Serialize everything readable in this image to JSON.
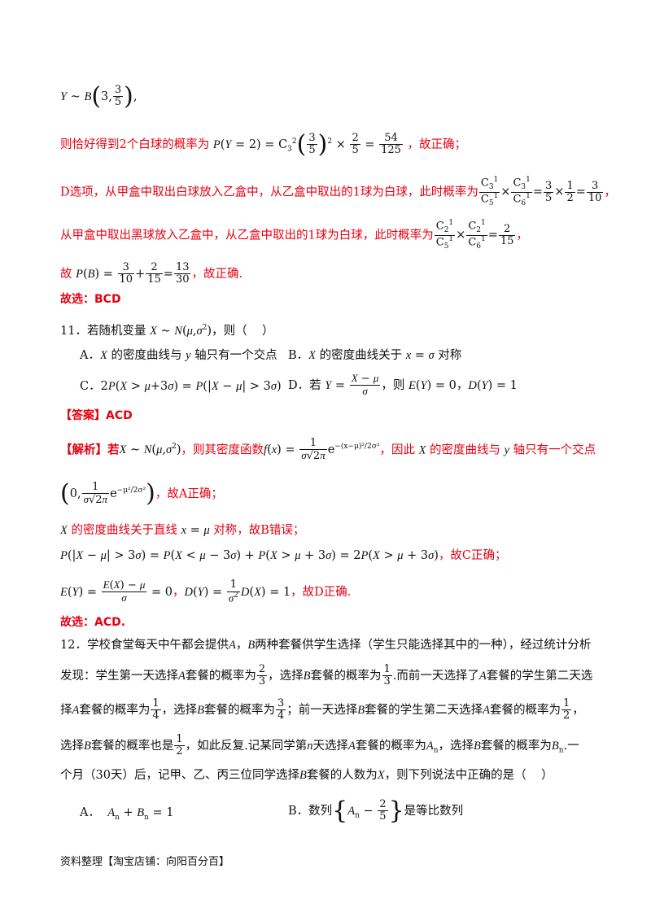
{
  "lines": {
    "l1": "Y ~ B(3, 3/5),",
    "l2_prefix": "则恰好得到2个白球的概率为",
    "l2_formula": "P(Y=2)=C₃²(3/5)²×2/5=54/125",
    "l2_suffix": "，故正确；",
    "l3_prefix": "D选项，从甲盒中取出白球放入乙盒中，从乙盒中取出的1球为白球，此时概率为",
    "l3_formula": "C₃¹/C₅¹×C₃¹/C₆¹=3/5×1/2=3/10",
    "l3_suffix": "，",
    "l4_prefix": "从甲盒中取出黑球放入乙盒中，从乙盒中取出的1球为白球，此时概率为",
    "l4_formula": "C₂¹/C₅¹×C₂¹/C₆¹=2/15",
    "l4_suffix": "，",
    "l5_prefix": "故",
    "l5_formula": "P(B)=3/10+2/15=13/30",
    "l5_suffix": "，故正确.",
    "l6": "故选：BCD",
    "q11": "11．若随机变量 X ~ N(μ,σ²)，则（    ）",
    "q11A": "A．X 的密度曲线与 y 轴只有一个交点",
    "q11B": "B．X 的密度曲线关于 x = σ 对称",
    "q11C": "C．2P(X > μ+3σ) = P(|X−μ| > 3σ)",
    "q11D_prefix": "D．若",
    "q11D_formula": "Y = (X−μ)/σ",
    "q11D_suffix": "，则 E(Y)=0，D(Y)=1",
    "ans": "【答案】ACD",
    "ana1_prefix": "【解析】若",
    "ana1_mid1": "X ~ N(μ,σ²)",
    "ana1_mid2": "，则其密度函数",
    "ana1_formula": "f(x)=1/(σ√2π)·e^(−(x−μ)²/2σ²)",
    "ana1_suffix": "，因此 X 的密度曲线与 y 轴只有一个交点",
    "ana2_formula": "(0, 1/(σ√2π)·e^(−μ²/2σ²))",
    "ana2_suffix": "，故A正确；",
    "ana3": "X 的密度曲线关于直线 x = μ 对称，故B错误；",
    "ana4_formula": "P(|X−μ|>3σ)=P(X<μ−3σ)+P(X>μ+3σ)=2P(X>μ+3σ)",
    "ana4_suffix": "，故C正确；",
    "ana5_formula": "E(Y)=(E(X)−μ)/σ=0，D(Y)=1/σ²·D(X)=1",
    "ana5_suffix": "，故D正确.",
    "ana6": "故选：ACD.",
    "q12_1": "12．学校食堂每天中午都会提供A，B两种套餐供学生选择（学生只能选择其中的一种），经过统计分析",
    "q12_2": "发现：学生第一天选择A套餐的概率为2/3，选择B套餐的概率为1/3.而前一天选择了A套餐的学生第二天选",
    "q12_3": "择A套餐的概率为1/4，选择B套餐的概率为3/4；前一天选择B套餐的学生第二天选择A套餐的概率为1/2，",
    "q12_4": "选择B套餐的概率也是1/2，如此反复.记某同学第n天选择A套餐的概率为Aₙ，选择B套餐的概率为Bₙ.一",
    "q12_5": "个月（30天）后，记甲、乙、丙三位同学选择B套餐的人数为X，则下列说法中正确的是（    ）",
    "q12A": "A．Aₙ + Bₙ = 1",
    "q12B": "B．数列{Aₙ − 2/5}是等比数列"
  },
  "footer": "资料整理【淘宝店铺：向阳百分百】",
  "colors": {
    "answer_red": "#e60012",
    "text": "#111111"
  }
}
